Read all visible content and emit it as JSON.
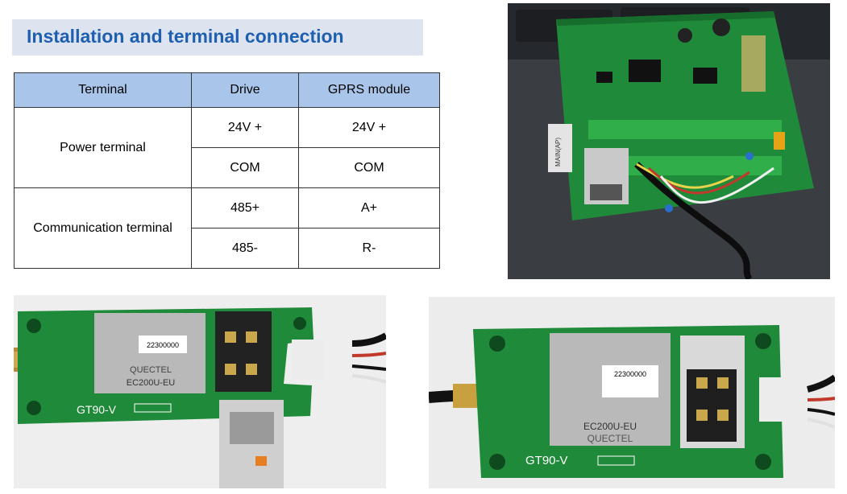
{
  "title": "Installation and terminal connection",
  "table": {
    "headers": [
      "Terminal",
      "Drive",
      "GPRS module"
    ],
    "groups": [
      {
        "name": "Power terminal",
        "rows": [
          {
            "drive": "24V +",
            "gprs": "24V +"
          },
          {
            "drive": "COM",
            "gprs": "COM"
          }
        ]
      },
      {
        "name": "Communication terminal",
        "rows": [
          {
            "drive": "485+",
            "gprs": "A+"
          },
          {
            "drive": "485-",
            "gprs": "R-"
          }
        ]
      }
    ]
  },
  "photos": {
    "drive_board": {
      "label": "MAIN(AP)"
    },
    "gprs_module_1": {
      "silk": "GT90-V",
      "chip_brand": "QUECTEL",
      "chip_model": "EC200U-EU",
      "sticker": "22300000"
    },
    "gprs_module_2": {
      "silk": "GT90-V",
      "chip_brand": "QUECTEL",
      "chip_model": "EC200U-EU",
      "sticker": "22300000"
    }
  },
  "colors": {
    "title_text": "#1f5fb0",
    "title_bg": "#dde4f0",
    "header_bg": "#a9c6ea",
    "pcb_green": "#1f8a3a"
  }
}
